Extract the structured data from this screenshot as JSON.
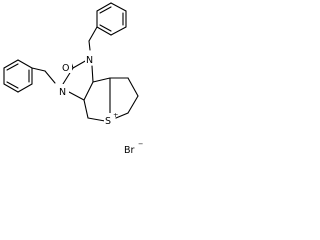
{
  "atoms": {
    "n1": "N",
    "n2": "N",
    "o": "O",
    "s": "S",
    "s_charge": "+",
    "counterion": "Br",
    "counterion_charge": "−"
  }
}
